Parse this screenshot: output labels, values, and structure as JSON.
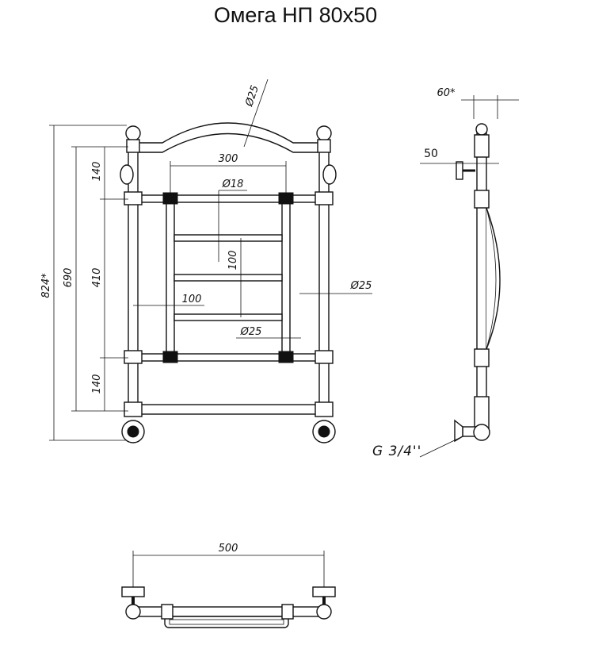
{
  "title": "Омега НП 80х50",
  "dims": {
    "d25_top": "Ø25",
    "w300": "300",
    "d18": "Ø18",
    "h140_top": "140",
    "h690": "690",
    "h824": "824*",
    "h410": "410",
    "h100_v": "100",
    "h100_h": "100",
    "d25_right": "Ø25",
    "d25_mid": "Ø25",
    "h140_bot": "140",
    "w60": "60*",
    "w50": "50",
    "thread": "G 3/4''",
    "w500": "500"
  },
  "colors": {
    "line": "#111111",
    "background": "#ffffff"
  }
}
